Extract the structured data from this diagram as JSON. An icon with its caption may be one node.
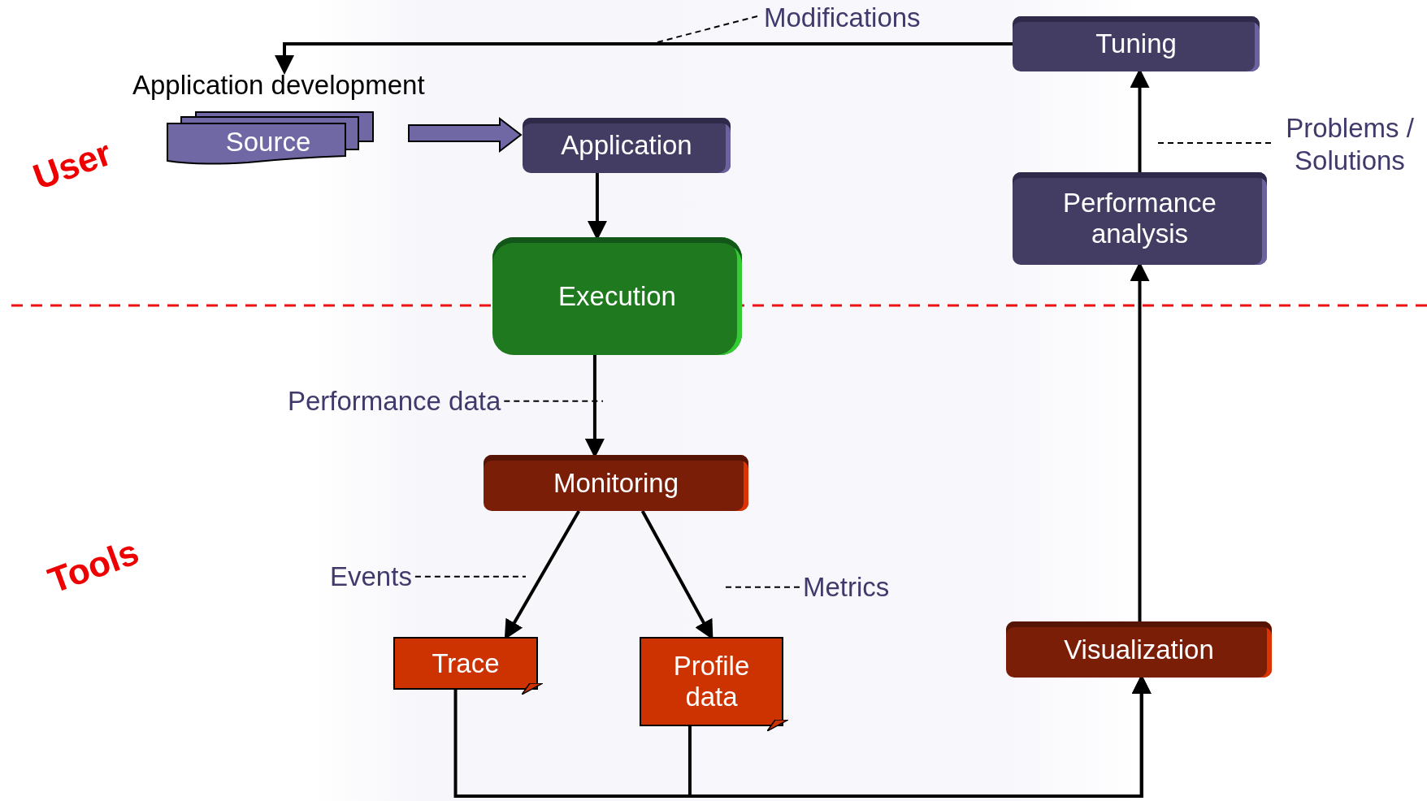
{
  "diagram": {
    "nodes": [
      {
        "text": [
          "Application development",
          "Source"
        ]
      },
      {
        "text": [
          "Tuning"
        ]
      },
      {
        "text": [
          "Application"
        ]
      },
      {
        "text": [
          "Execution"
        ]
      },
      {
        "text": [
          "Performance analysis"
        ]
      },
      {
        "text": [
          "Monitoring"
        ]
      },
      {
        "text": [
          "Trace"
        ]
      },
      {
        "text": [
          "Profile data"
        ]
      },
      {
        "text": [
          "Visualization"
        ]
      },
      {
        "text": [
          "Modifications"
        ]
      },
      {
        "text": [
          "Problems / Solutions"
        ]
      },
      {
        "text": [
          "Performance data"
        ]
      },
      {
        "text": [
          "Events"
        ]
      },
      {
        "text": [
          "Metrics"
        ]
      }
    ],
    "edges": [
      {
        "from": 1,
        "to": 0,
        "arrow": "to"
      },
      {
        "from": 0,
        "to": 2,
        "arrow": "to",
        "style": "thick",
        "color": "#7068a5"
      },
      {
        "from": 2,
        "to": 3,
        "arrow": "to"
      },
      {
        "from": 3,
        "to": 5,
        "arrow": "to"
      },
      {
        "from": 5,
        "to": 6,
        "arrow": "to"
      },
      {
        "from": 5,
        "to": 7,
        "arrow": "to"
      },
      {
        "from": 6,
        "to": 8,
        "arrow": "to"
      },
      {
        "from": 7,
        "to": 8,
        "arrow": "to"
      },
      {
        "from": 8,
        "to": 4,
        "arrow": "to"
      },
      {
        "from": 4,
        "to": 1,
        "arrow": "to"
      },
      {
        "from": 9,
        "to": null,
        "arrow": "none",
        "style": "dashed"
      },
      {
        "from": 10,
        "to": null,
        "arrow": "none",
        "style": "dashed"
      },
      {
        "from": 11,
        "to": null,
        "arrow": "none",
        "style": "dashed"
      },
      {
        "from": 12,
        "to": null,
        "arrow": "none",
        "style": "dashed"
      },
      {
        "from": 13,
        "to": null,
        "arrow": "none",
        "style": "dashed"
      }
    ],
    "labels": [
      "User",
      "Tools"
    ]
  }
}
